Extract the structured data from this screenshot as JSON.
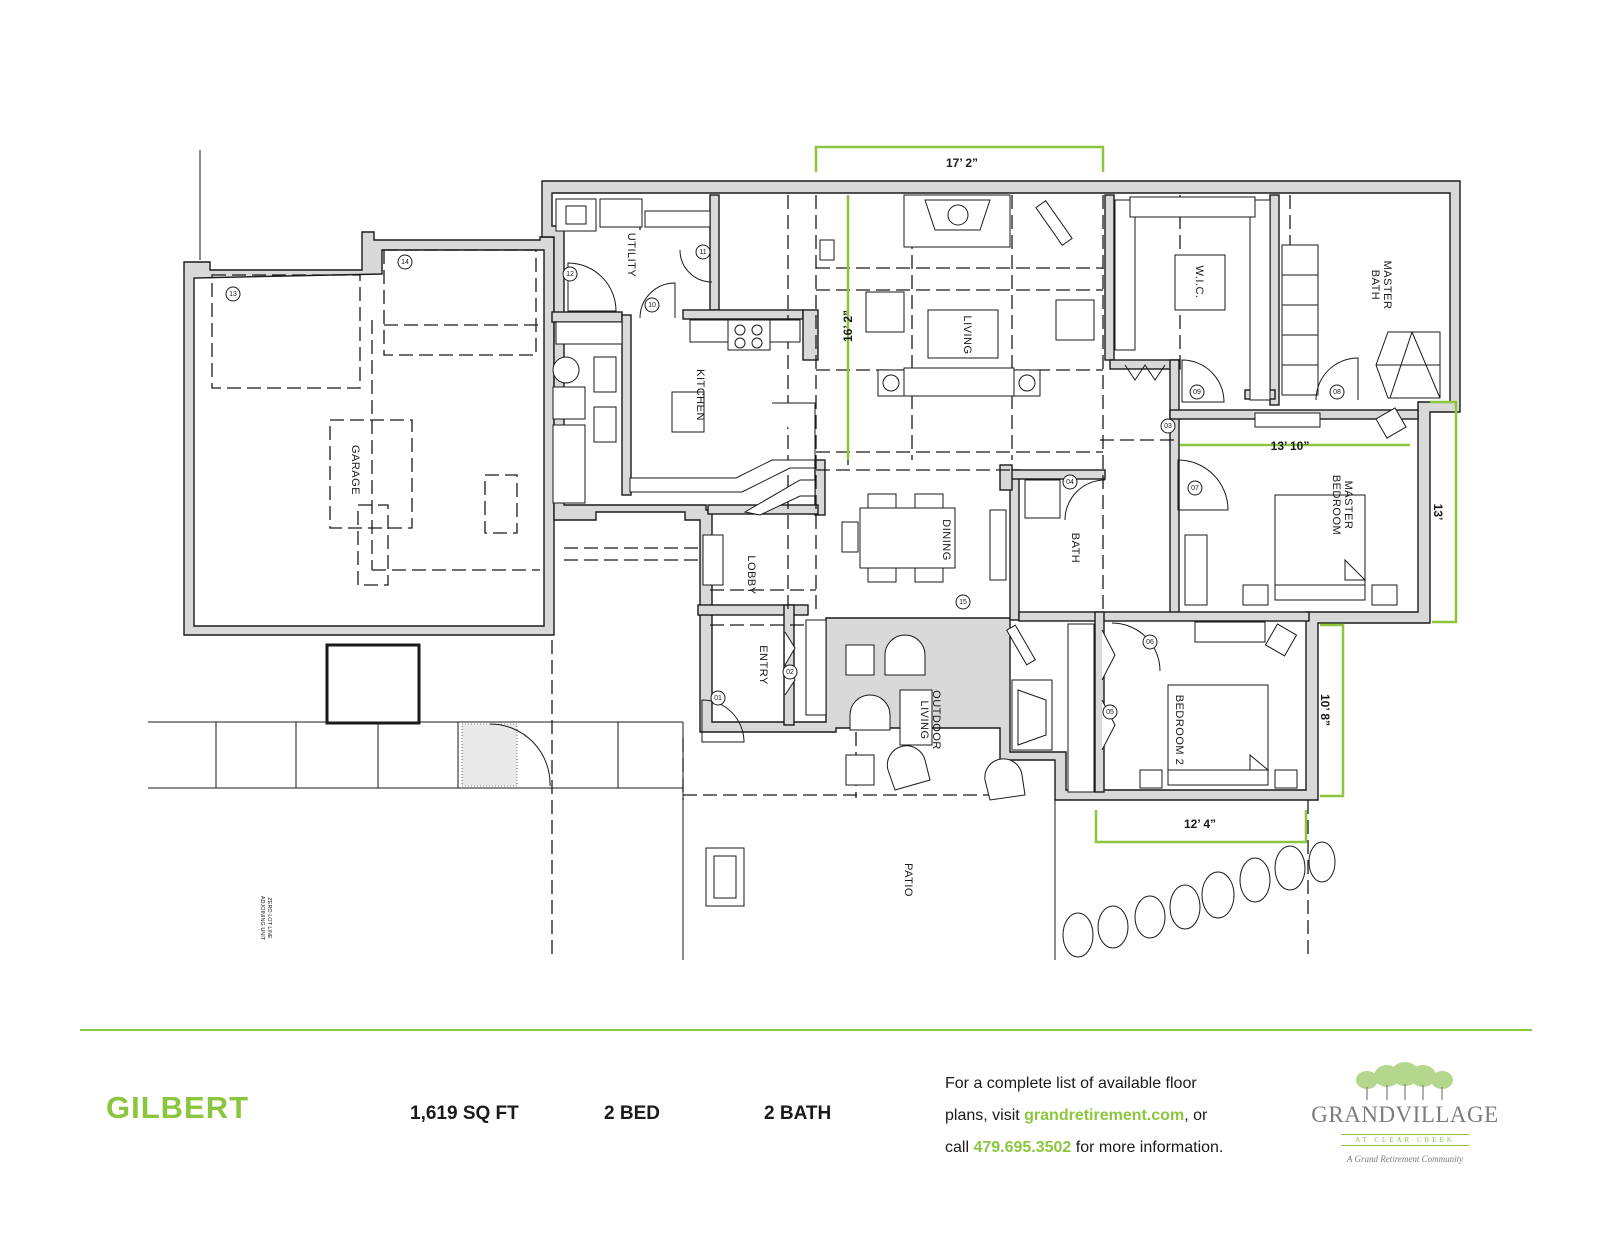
{
  "plan": {
    "name": "GILBERT",
    "specs": {
      "sqft": "1,619 SQ FT",
      "beds": "2 BED",
      "baths": "2 BATH"
    },
    "info": {
      "line1": "For a complete list of available floor",
      "line2_pre": "plans, visit ",
      "website": "grandretirement.com",
      "line2_post": ", or",
      "line3_pre": "call ",
      "phone": "479.695.3502",
      "line3_post": " for more information."
    }
  },
  "logo": {
    "name": "GRANDVILLAGE",
    "subtitle": "AT CLEAR CREEK",
    "tagline": "A Grand Retirement Community"
  },
  "rooms": {
    "garage": "GARAGE",
    "utility": "UTILITY",
    "kitchen": "KITCHEN",
    "living": "LIVING",
    "dining": "DINING",
    "lobby": "LOBBY",
    "entry": "ENTRY",
    "outdoor_living": "OUTDOOR LIVING",
    "outdoor_line1": "OUTDOOR",
    "outdoor_line2": "LIVING",
    "patio": "PATIO",
    "bath": "BATH",
    "wic": "W.I.C.",
    "master_bath_line1": "MASTER",
    "master_bath_line2": "BATH",
    "master_bedroom_line1": "MASTER",
    "master_bedroom_line2": "BEDROOM",
    "bedroom2": "BEDROOM 2",
    "zero_lot_line1": "ZERO LOT LINE",
    "zero_lot_line2": "ADJOINING UNIT"
  },
  "dimensions": {
    "living_width": "17’ 2”",
    "living_depth": "16’ 2”",
    "master_width": "13’ 10”",
    "master_depth": "13’",
    "bed2_depth": "10’ 8”",
    "bed2_width": "12’ 4”"
  },
  "markers": [
    "01",
    "02",
    "03",
    "04",
    "05",
    "06",
    "07",
    "08",
    "09",
    "10",
    "11",
    "12",
    "13",
    "14",
    "15"
  ],
  "colors": {
    "accent": "#8cc63f",
    "text": "#1a1a1a",
    "logo_gray": "#7d7d7d",
    "wall_fill": "#d9d9d9"
  }
}
